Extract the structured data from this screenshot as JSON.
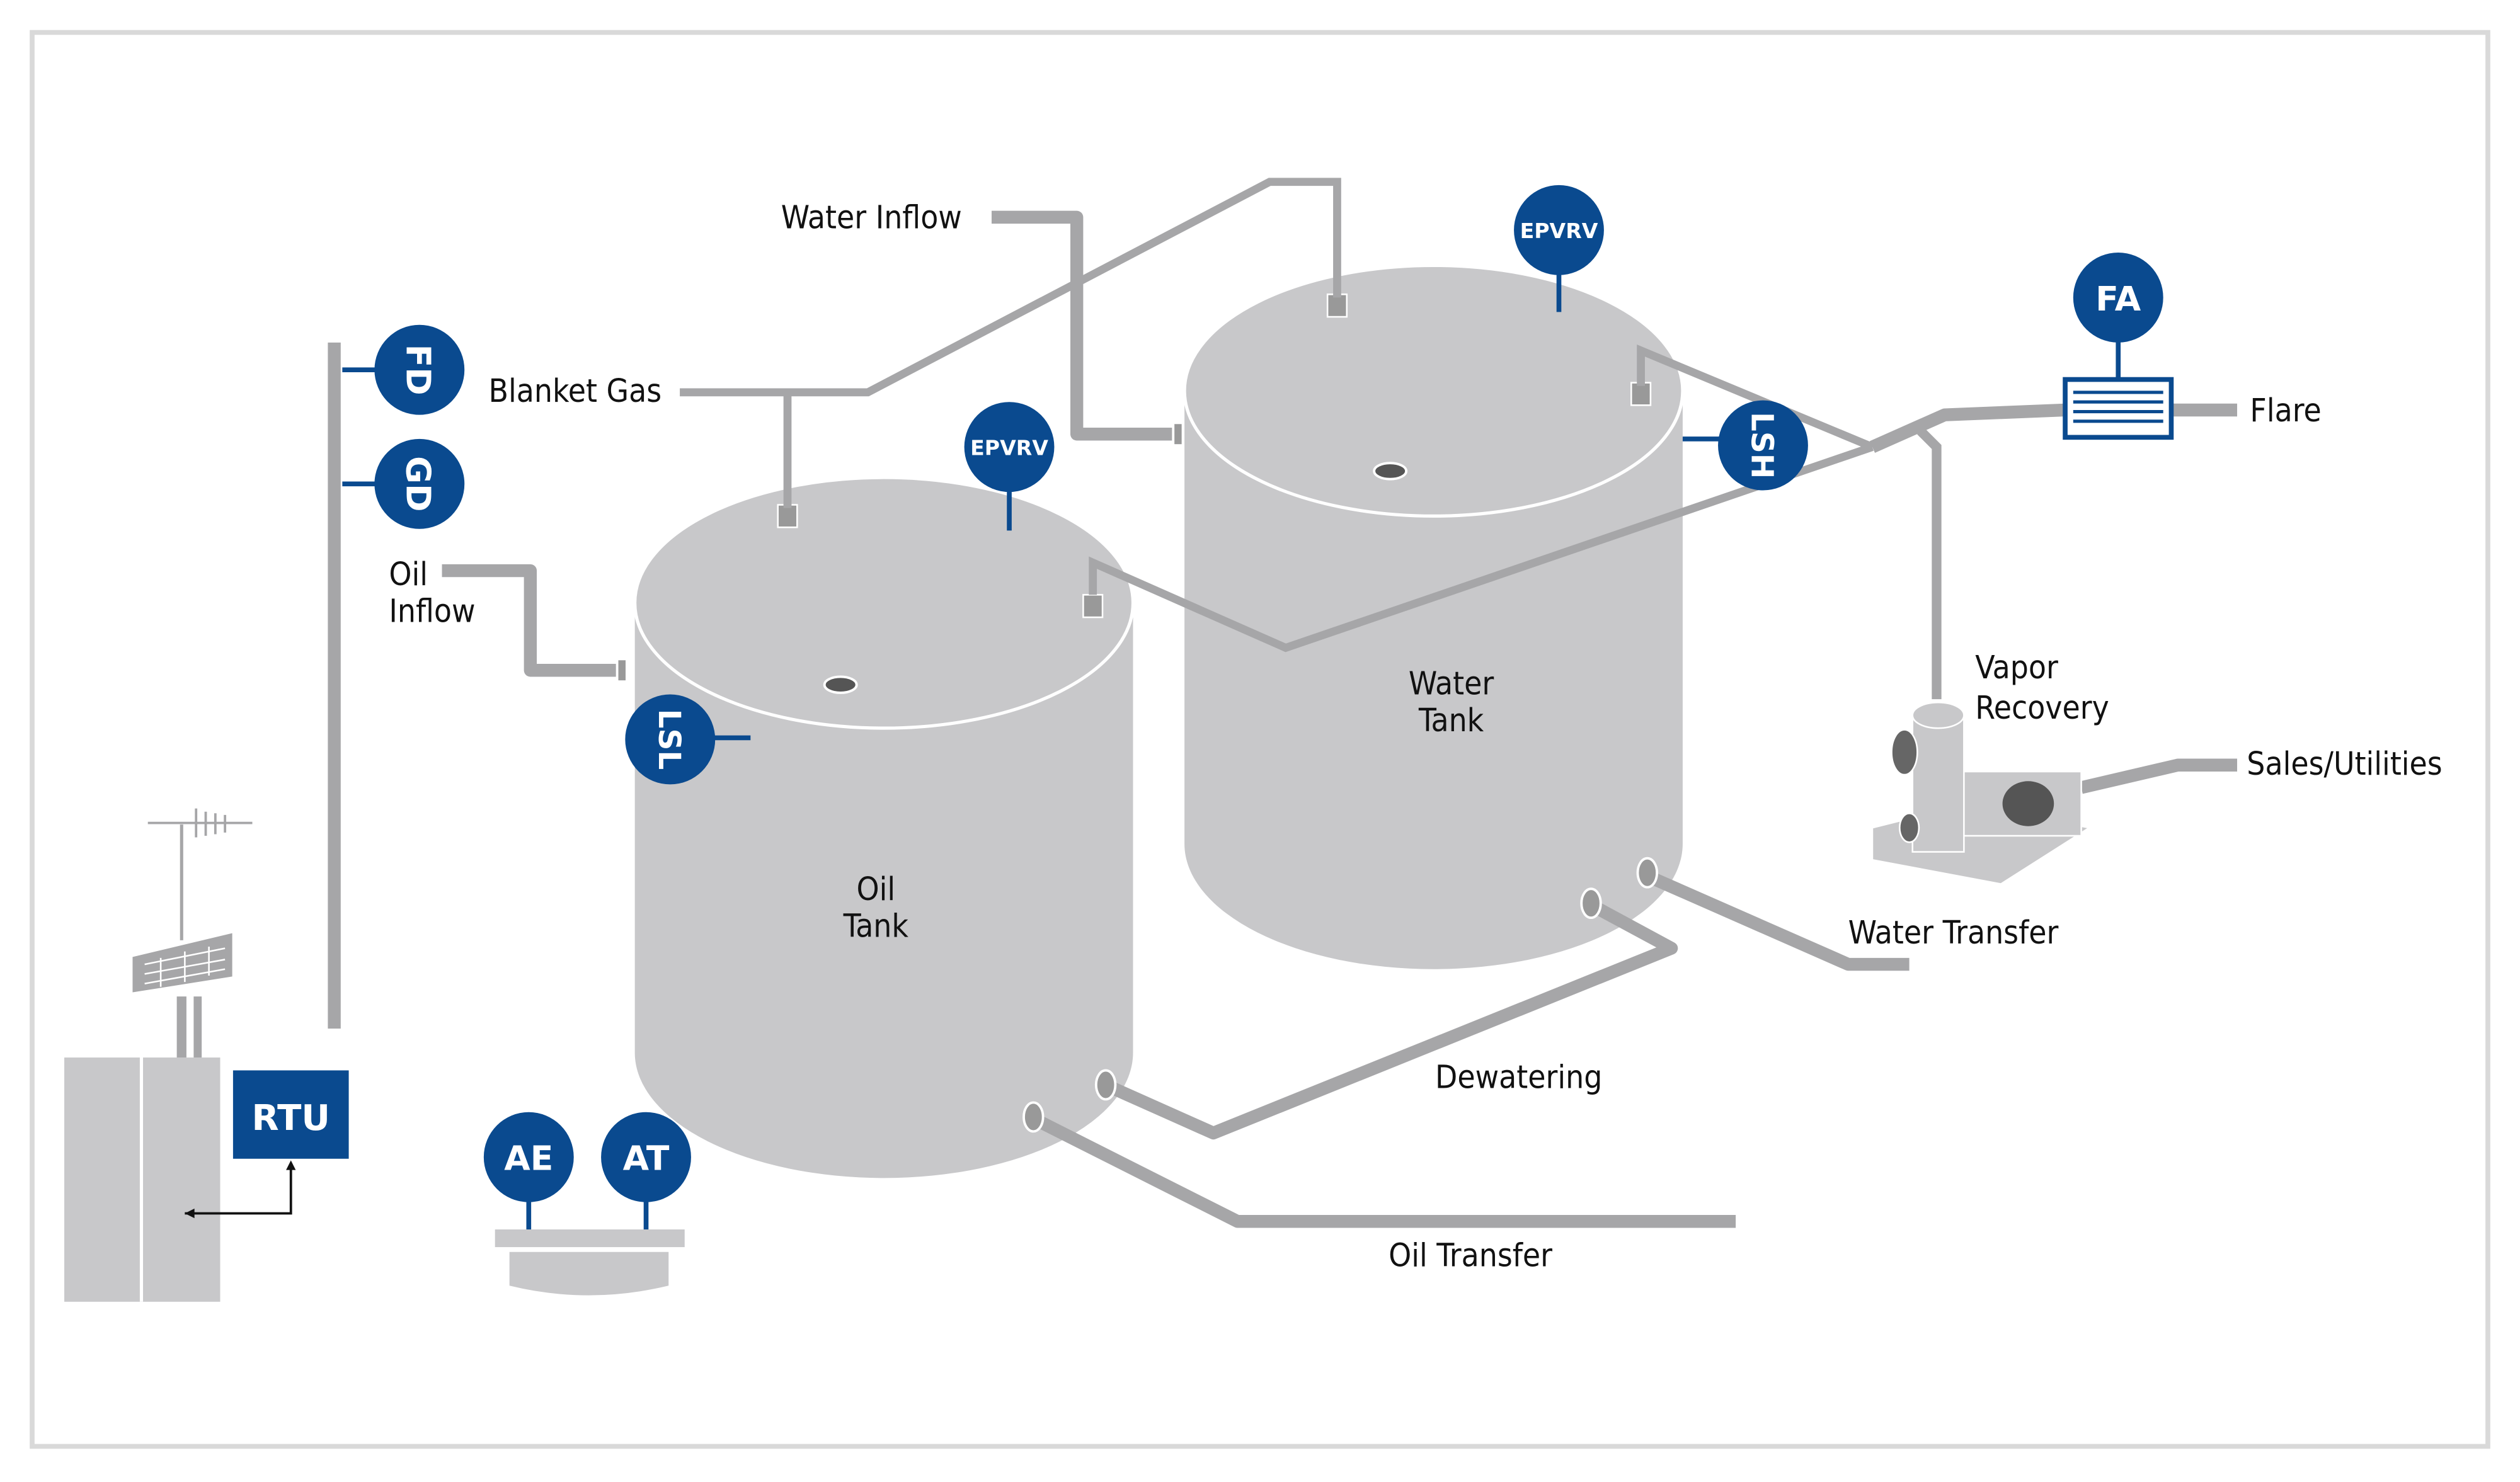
{
  "colors": {
    "badge": "#0a4a8f",
    "tank": "#c8c8ca",
    "pipe": "#a6a6a8"
  },
  "labels": {
    "water_inflow": "Water Inflow",
    "blanket_gas": "Blanket Gas",
    "oil_inflow_1": "Oil",
    "oil_inflow_2": "Inflow",
    "flare": "Flare",
    "vapor_recovery_1": "Vapor",
    "vapor_recovery_2": "Recovery",
    "sales_utilities": "Sales/Utilities",
    "water_transfer": "Water Transfer",
    "dewatering": "Dewatering",
    "oil_transfer": "Oil Transfer",
    "water_tank_1": "Water",
    "water_tank_2": "Tank",
    "oil_tank_1": "Oil",
    "oil_tank_2": "Tank"
  },
  "badges": {
    "fd": "FD",
    "gd": "GD",
    "epvrv_oil": "EPVRV",
    "epvrv_water": "EPVRV",
    "fa": "FA",
    "lsh": "LSH",
    "lsl": "LSL",
    "ae": "AE",
    "at": "AT",
    "rtu": "RTU"
  }
}
